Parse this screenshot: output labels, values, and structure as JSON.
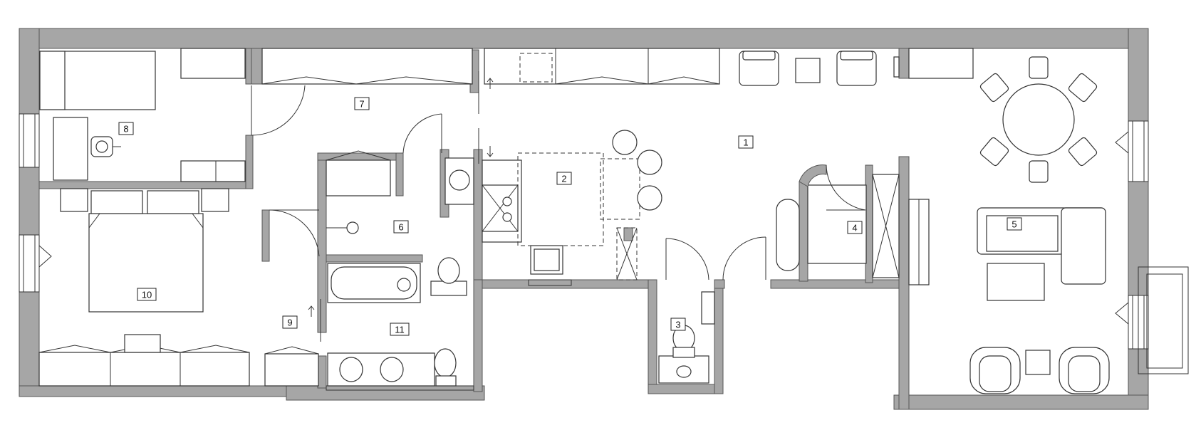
{
  "room_labels": {
    "r1": "1",
    "r2": "2",
    "r3": "3",
    "r4": "4",
    "r5": "5",
    "r6": "6",
    "r7": "7",
    "r8": "8",
    "r9": "9",
    "r10": "10",
    "r11": "11"
  },
  "colors": {
    "wall_fill": "#a6a6a6",
    "line": "#333333",
    "background": "#ffffff"
  }
}
